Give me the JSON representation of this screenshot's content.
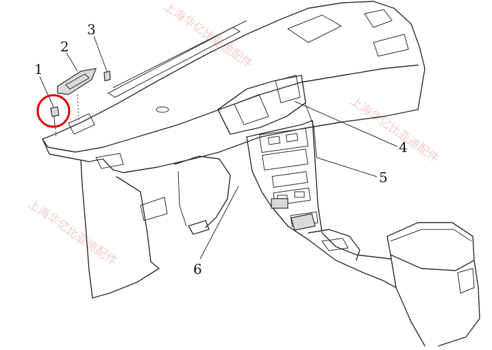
{
  "diagram": {
    "callouts": [
      "1",
      "2",
      "3",
      "4",
      "5",
      "6"
    ],
    "highlight_color": "#e00000",
    "line_color": "#2b2b2b",
    "watermark": {
      "text": "上海华亿比亚迪配件",
      "color": "#e8a0a0"
    }
  }
}
